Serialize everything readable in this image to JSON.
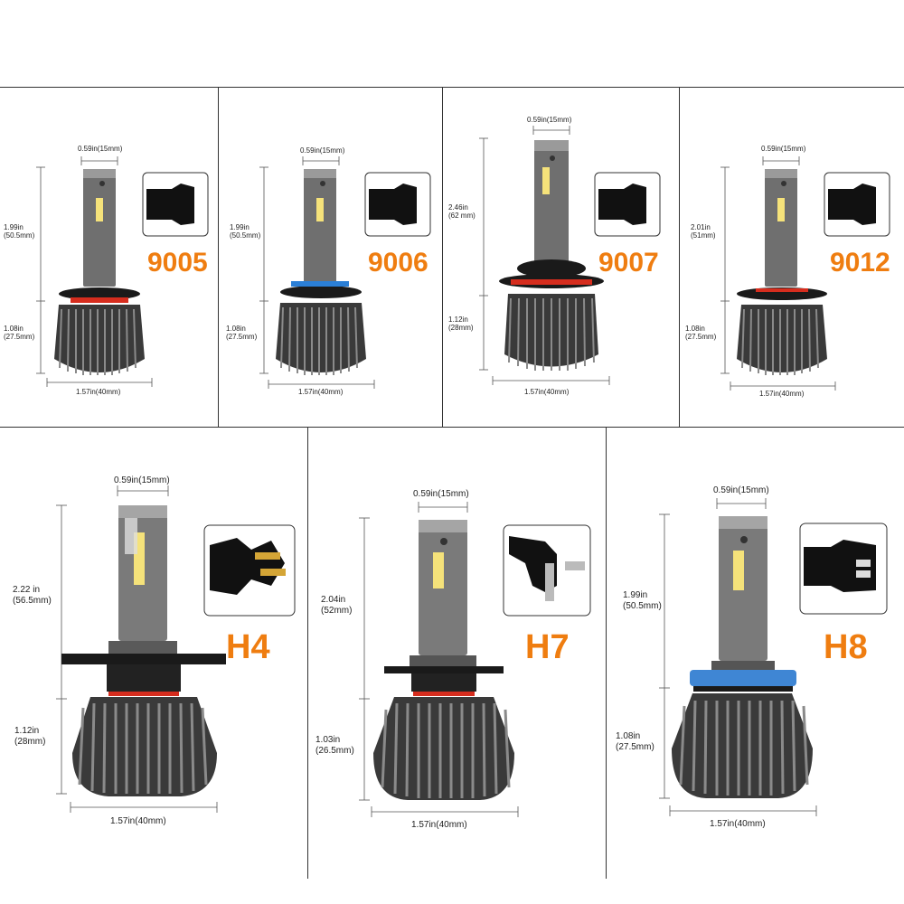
{
  "accent_color": "#ef7d10",
  "bulbs": [
    {
      "model": "9005",
      "ring_color": "#d62d1e",
      "connector_icon": "9005-plug-icon",
      "width_top": "0.59in(15mm)",
      "height_upper": [
        "1.99in",
        "(50.5mm)"
      ],
      "height_lower": [
        "1.08in",
        "(27.5mm)"
      ],
      "width_base": "1.57in(40mm)"
    },
    {
      "model": "9006",
      "ring_color": "#2b7fd6",
      "connector_icon": "9006-plug-icon",
      "width_top": "0.59in(15mm)",
      "height_upper": [
        "1.99in",
        "(50.5mm)"
      ],
      "height_lower": [
        "1.08in",
        "(27.5mm)"
      ],
      "width_base": "1.57in(40mm)"
    },
    {
      "model": "9007",
      "ring_color": "#d62d1e",
      "connector_icon": "9007-plug-icon",
      "width_top": "0.59in(15mm)",
      "height_upper": [
        "2.46in",
        "(62 mm)"
      ],
      "height_lower": [
        "1.12in",
        "(28mm)"
      ],
      "width_base": "1.57in(40mm)"
    },
    {
      "model": "9012",
      "ring_color": "#d62d1e",
      "connector_icon": "9012-plug-icon",
      "width_top": "0.59in(15mm)",
      "height_upper": [
        "2.01in",
        "(51mm)"
      ],
      "height_lower": [
        "1.08in",
        "(27.5mm)"
      ],
      "width_base": "1.57in(40mm)"
    },
    {
      "model": "H4",
      "ring_color": "#d62d1e",
      "connector_icon": "h4-plug-icon",
      "width_top": "0.59in(15mm)",
      "height_upper": [
        "2.22 in",
        "(56.5mm)"
      ],
      "height_lower": [
        "1.12in",
        "(28mm)"
      ],
      "width_base": "1.57in(40mm)"
    },
    {
      "model": "H7",
      "ring_color": "#d62d1e",
      "connector_icon": "h7-plug-icon",
      "width_top": "0.59in(15mm)",
      "height_upper": [
        "2.04in",
        "(52mm)"
      ],
      "height_lower": [
        "1.03in",
        "(26.5mm)"
      ],
      "width_base": "1.57in(40mm)"
    },
    {
      "model": "H8",
      "ring_color": "#3f86d4",
      "connector_icon": "h8-plug-icon",
      "width_top": "0.59in(15mm)",
      "height_upper": [
        "1.99in",
        "(50.5mm)"
      ],
      "height_lower": [
        "1.08in",
        "(27.5mm)"
      ],
      "width_base": "1.57in(40mm)"
    }
  ]
}
